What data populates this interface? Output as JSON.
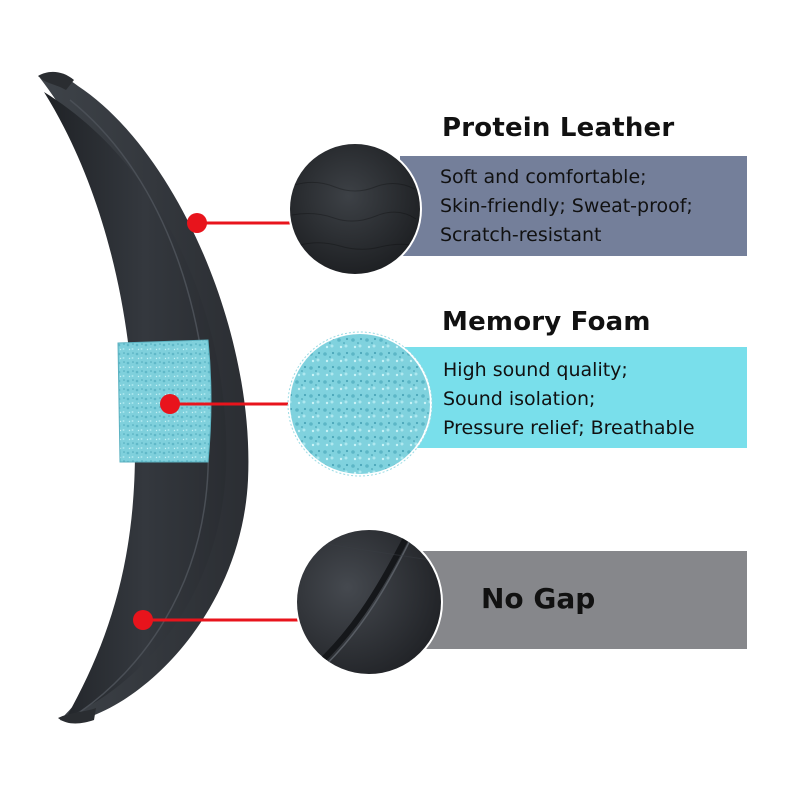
{
  "features": [
    {
      "title": "Protein Leather",
      "lines": [
        "Soft and comfortable;",
        "Skin-friendly; Sweat-proof;",
        "Scratch-resistant"
      ],
      "band_color": "#747f9a"
    },
    {
      "title": "Memory Foam",
      "lines": [
        "High sound quality;",
        "Sound isolation;",
        "Pressure relief; Breathable"
      ],
      "band_color": "#79dfeb"
    },
    {
      "label": "No Gap",
      "band_color": "#86878b"
    }
  ],
  "colors": {
    "pointer": "#e8141c",
    "leather": "#33373c",
    "foam": "#7fd0dc"
  }
}
